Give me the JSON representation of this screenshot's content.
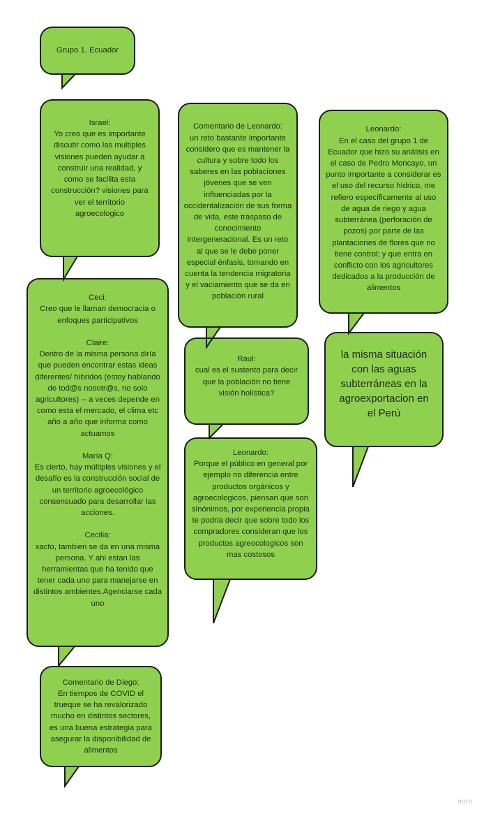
{
  "board": {
    "fill_color": "#8fd14f",
    "border_color": "#1c1c1c",
    "watermark": "miro"
  },
  "bubbles": [
    {
      "id": "grupo",
      "text": "Grupo 1. Ecuador"
    },
    {
      "id": "israel",
      "text": "Israel:\nYo creo que es importante discutir como las multiples visiones pueden ayudar a construir una realidad, y como se facilita esta construcción? visiones para ver el territorio agroecologico"
    },
    {
      "id": "ceci",
      "text": "Ceci:\nCreo que le llaman democracia o enfoques participativos\n\nClaire:\nDentro de la misma persona diría que pueden encontrar estas ideas diferentes/ híbridos (estoy hablando de tod@s nosotr@s, no solo agricultores) -- a veces depende en como esta el mercado, el clima etc año a año que informa como actuamos\n\nMaría Q:\nEs cierto, hay múltiples visiones y el desafío es la construcción social de un territorio agroecológico consensuado para desarrollar las acciones.\n\nCecilia:\nxacto, tambien se da en una misma persona. Y ahi estan las herramientas que ha tenido que tener cada uno para manejarse en distintos ambientes.Agenciarse cada uno"
    },
    {
      "id": "diego",
      "text": "Comentario de Diego:\nEn tiempos de COVID el trueque se ha revalorizado mucho en distintos sectores, es una buena estrategia para asegurar la disponibilidad de alimentos"
    },
    {
      "id": "leonardo-comentario",
      "text": "Comentario de Leonardo:\nun reto bastante importante considero que es mantener la cultura y sobre todo los saberes en las poblaciones jóvenes que se ven influenciadas por la occidentalización de sus forma de vida, este traspaso de conocimiento intergeneracional. Es un reto al que se le debe poner especial énfasis, tomando en cuenta la tendencia migratoria y el vaciamiento que se da  en población rural"
    },
    {
      "id": "raul",
      "text": "Rául:\ncual es el sustento para decir que la población no tiene visión holística?"
    },
    {
      "id": "leonardo-respuesta",
      "text": "Leonardo:\nPorque el público en general por ejemplo no diferencia entre productos orgánicos y agroecologicos, piensan que son sinónimos, por experiencia propia te podria decir que sobre todo los compradores consideran que los productos agreocologicos son mas costosos"
    },
    {
      "id": "leonardo-agua",
      "text": "Leonardo:\nEn el caso del grupo 1 de Ecuador que hizo su análisis en el caso de Pedro Moncayo, un punto importante a considerar es el uso del recurso hídrico, me refiero específicamente al uso de agua de riego y agua subterránea (perforación de pozos)  por parte de las plantaciones de flores que no tiene control; y que entra en conflicto con los agricultores dedicados a la producción de alimentos"
    },
    {
      "id": "peru",
      "text": "la misma situación con las aguas subterráneas en la agroexportacion en el Perú"
    }
  ]
}
